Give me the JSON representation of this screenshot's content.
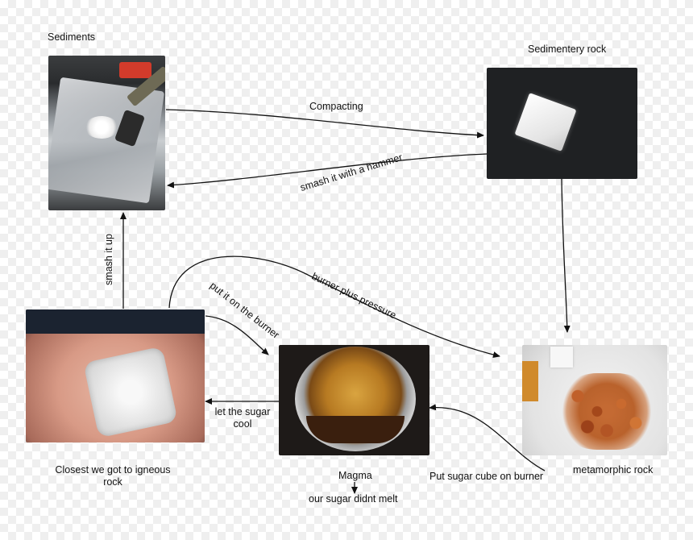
{
  "nodes": {
    "sediments": "Sediments",
    "sedimentary": "Sedimentery rock",
    "igneous": "Closest we got to igneous rock",
    "magma": "Magma",
    "metamorphic": "metamorphic rock",
    "note": "our sugar didnt melt"
  },
  "edges": {
    "compacting": "Compacting",
    "smash_hammer": "smash it with a hammer",
    "smash_up": "smash it up",
    "burner_pressure": "burner plus pressure",
    "put_on_burner": "put it on the burner",
    "let_cool_1": "let the sugar",
    "let_cool_2": "cool",
    "put_cube": "Put sugar cube on burner"
  },
  "colors": {
    "line": "#111111"
  }
}
